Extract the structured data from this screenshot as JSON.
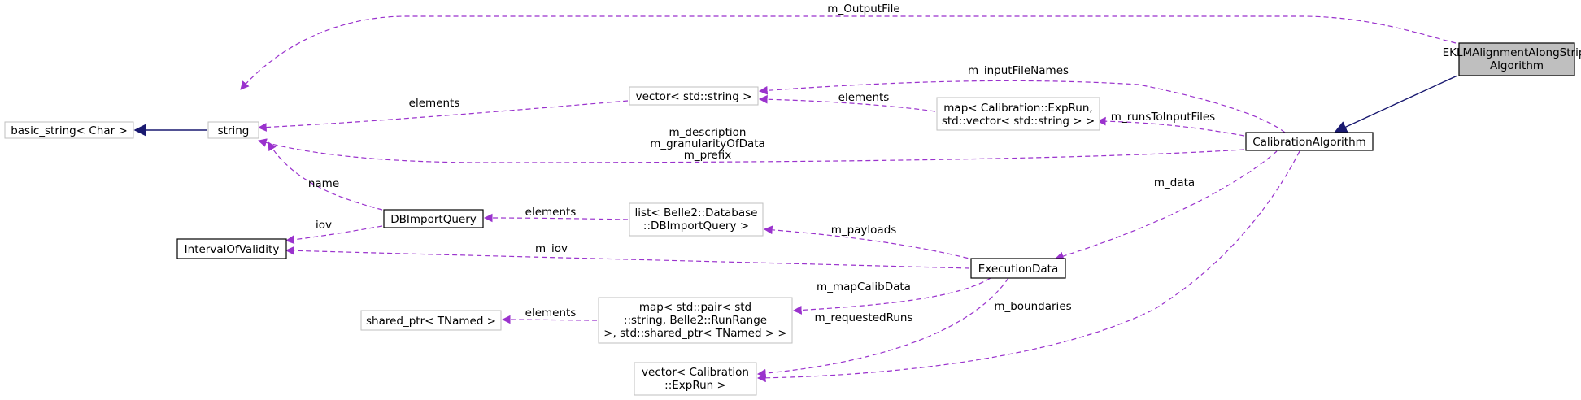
{
  "nodes": {
    "basic_string": "basic_string< Char >",
    "string": "string",
    "vector_string": "vector< std::string >",
    "map_exprun": [
      "map< Calibration::ExpRun,",
      "std::vector< std::string > >"
    ],
    "eklm": [
      "EKLMAlignmentAlongStrips",
      "Algorithm"
    ],
    "calibration_algorithm": "CalibrationAlgorithm",
    "db_import_query": "DBImportQuery",
    "list_dbimport": [
      "list< Belle2::Database",
      "::DBImportQuery >"
    ],
    "interval_of_validity": "IntervalOfValidity",
    "execution_data": "ExecutionData",
    "shared_ptr": "shared_ptr< TNamed >",
    "map_pair": [
      "map< std::pair< std",
      "::string, Belle2::RunRange",
      ">, std::shared_ptr< TNamed > >"
    ],
    "vector_exprun": [
      "vector< Calibration",
      "::ExpRun >"
    ]
  },
  "edge_labels": {
    "output_file": "m_OutputFile",
    "input_file_names": "m_inputFileNames",
    "elements_vector_string": "elements",
    "elements_map_exprun": "elements",
    "runs_to_input_files": "m_runsToInputFiles",
    "description": [
      "m_description",
      "m_granularityOfData",
      "m_prefix"
    ],
    "name": "name",
    "iov": "iov",
    "elements_list": "elements",
    "payloads": "m_payloads",
    "m_iov": "m_iov",
    "data": "m_data",
    "elements_shared_ptr": "elements",
    "map_calib_data": "m_mapCalibData",
    "requested_runs": "m_requestedRuns",
    "boundaries": "m_boundaries"
  },
  "colors": {
    "aggregation_edge": "#9a32cd",
    "inheritance_edge": "#191970",
    "focus_fill": "#bfbfbf",
    "node_border_gray": "#bfbfbf",
    "node_border_black": "#000000"
  }
}
